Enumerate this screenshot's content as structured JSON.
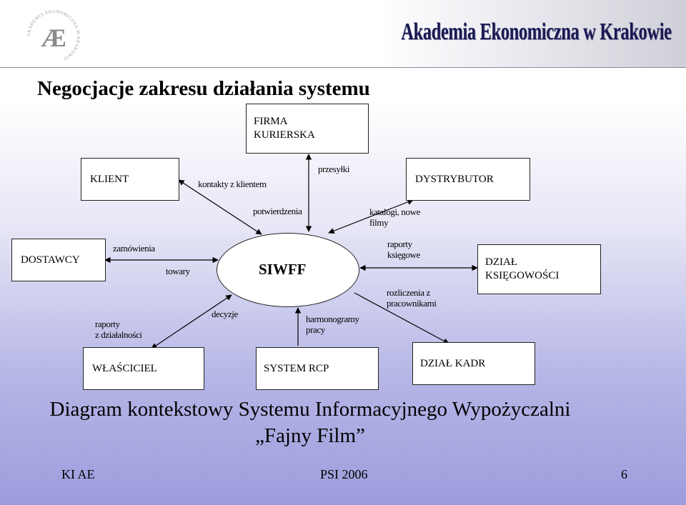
{
  "header": {
    "brand": "Akademia Ekonomiczna w Krakowie",
    "logo_icon": "ae-university-seal-icon",
    "logo_monogram": "Æ",
    "logo_ring_text": "AKADEMIA EKONOMICZNA W KRAKOWIE"
  },
  "title": "Negocjacje zakresu działania systemu",
  "diagram": {
    "center": "SIWFF",
    "entities": {
      "firma_kurierska": "FIRMA\nKURIERSKA",
      "klient": "KLIENT",
      "dystrybutor": "DYSTRYBUTOR",
      "dostawcy": "DOSTAWCY",
      "dzial_ksiegowosci": "DZIAŁ\nKSIĘGOWOŚCI",
      "wlasciciel": "WŁAŚCICIEL",
      "system_rcp": "SYSTEM RCP",
      "dzial_kadr": "DZIAŁ KADR"
    },
    "flows": {
      "przesylki": "przesyłki",
      "kontakty": "kontakty z klientem",
      "potwierdzenia": "potwierdzenia",
      "katalogi": "katalogi, nowe\nfilmy",
      "zamowienia": "zamówienia",
      "towary": "towary",
      "raporty_ksiegowe": "raporty\nksięgowe",
      "rozliczenia": "rozliczenia z\npracownikami",
      "raporty_dzialalnosci": "raporty\nz działalności",
      "decyzje": "decyzje",
      "harmonogramy": "harmonogramy\npracy"
    }
  },
  "caption": {
    "line1": "Diagram kontekstowy Systemu Informacyjnego Wypożyczalni",
    "line2": "„Fajny Film”"
  },
  "footer": {
    "left": "KI AE",
    "center": "PSI 2006",
    "right": "6"
  }
}
